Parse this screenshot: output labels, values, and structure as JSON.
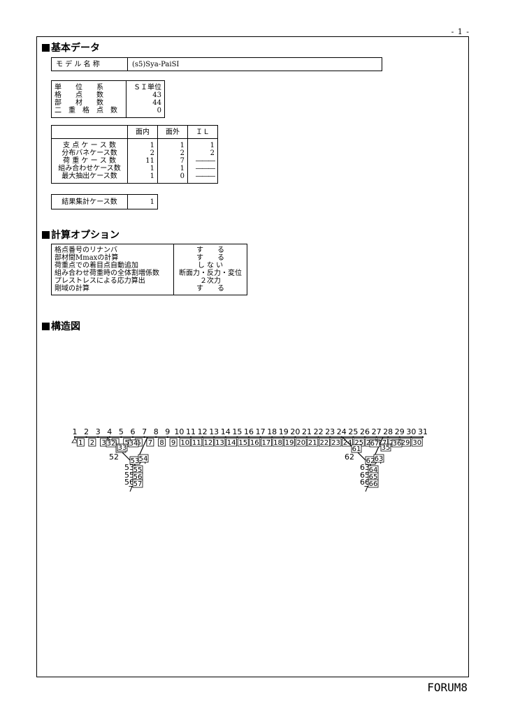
{
  "page_number": "- 1 -",
  "sections": {
    "basic": "基本データ",
    "options": "計算オプション",
    "structure": "構造図"
  },
  "model": {
    "label": "モ デ ル 名 称",
    "value": "(s5)Sya-PaiSI"
  },
  "basic_data": {
    "labels": [
      "単　　位　　系",
      "格　　点　　数",
      "部　　材　　数",
      "二　重　格　点　数"
    ],
    "values": [
      "ＳＩ単位",
      "43",
      "44",
      "0"
    ]
  },
  "cases": {
    "headers": [
      "面内",
      "面外",
      "ＩＬ"
    ],
    "rows": [
      {
        "label": "支 点 ケ ー ス 数",
        "inplane": "1",
        "outplane": "1",
        "il": "1"
      },
      {
        "label": "分布バネケース数",
        "inplane": "2",
        "outplane": "2",
        "il": "2"
      },
      {
        "label": "荷 重 ケ ー ス 数",
        "inplane": "11",
        "outplane": "7",
        "il": "―――"
      },
      {
        "label": "組み合わせケース数",
        "inplane": "1",
        "outplane": "1",
        "il": "―――"
      },
      {
        "label": "最大抽出ケース数",
        "inplane": "1",
        "outplane": "0",
        "il": "―――"
      }
    ]
  },
  "result_case": {
    "label": "結果集計ケース数",
    "value": "1"
  },
  "options": {
    "rows": [
      {
        "label": "格点番号のリナンバ",
        "value": "す　　る"
      },
      {
        "label": "部材間Mmaxの計算",
        "value": "す　　る"
      },
      {
        "label": "荷重点での着目点自動追加",
        "value": "し な い"
      },
      {
        "label": "組み合わせ荷重時の全体割増係数",
        "value": "断面力・反力・変位"
      },
      {
        "label": "プレストレスによる応力算出",
        "value": "２次力"
      },
      {
        "label": "剛域の計算",
        "value": "す　　る"
      }
    ]
  },
  "structure": {
    "joint_labels": [
      "1",
      "2",
      "3",
      "4",
      "5",
      "6",
      "7",
      "8",
      "9",
      "10",
      "11",
      "12",
      "13",
      "14",
      "15",
      "16",
      "17",
      "18",
      "19",
      "20",
      "21",
      "22",
      "23",
      "24",
      "25",
      "26",
      "27",
      "28",
      "29",
      "30",
      "31"
    ],
    "member_labels": [
      "1",
      "2",
      "3",
      "4",
      "5",
      "6",
      "7",
      "8",
      "9",
      "10",
      "11",
      "12",
      "13",
      "14",
      "15",
      "16",
      "17",
      "18",
      "19",
      "20",
      "21",
      "22",
      "23",
      "24",
      "25",
      "26",
      "27",
      "28",
      "29",
      "30"
    ],
    "pier_left": {
      "joints": [
        "52",
        "53",
        "54",
        "55",
        "56",
        "7"
      ],
      "members": [
        "52",
        "53",
        "54",
        "55",
        "56",
        "57",
        "32",
        "33",
        "34"
      ]
    },
    "pier_right": {
      "joints": [
        "62",
        "63",
        "64",
        "65",
        "66",
        "7"
      ],
      "members": [
        "61",
        "62",
        "63",
        "64",
        "65",
        "66",
        "67",
        "35",
        "36"
      ]
    }
  },
  "footer": "FORUM8"
}
